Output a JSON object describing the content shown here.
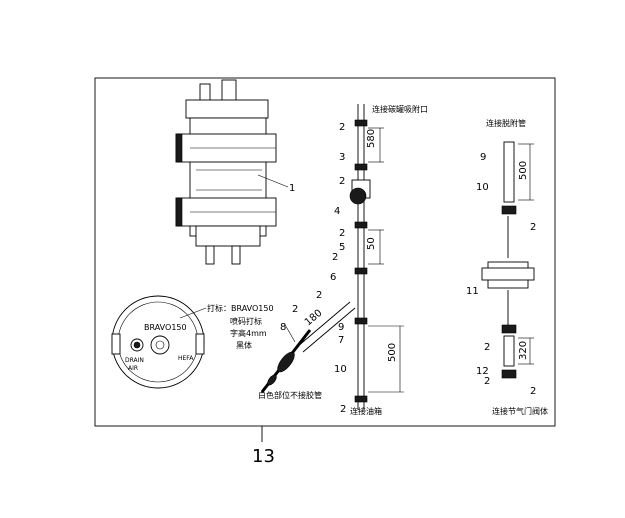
{
  "figure_number": "13",
  "canister_text": {
    "brand": "BRAVO150",
    "drain": "DRAIN",
    "air": "AIR",
    "hefa": "HEFA"
  },
  "marking_note": {
    "line1": "打标：BRAVO150",
    "line2": "喷码打标",
    "line3": "字高4mm",
    "line4": "黑体"
  },
  "white_part_note": "白色部位不接胶管",
  "middle_column": {
    "top_label": "连接碳罐吸附口",
    "bottom_label": "连接油箱"
  },
  "right_column": {
    "title": "连接脱附管",
    "bottom_label": "连接节气门阀体"
  },
  "dimensions": {
    "d580": "580",
    "d50": "50",
    "d180": "180",
    "d500_mid": "500",
    "d500_right": "500",
    "d320": "320"
  },
  "callouts": {
    "c1": "1",
    "c2a": "2",
    "c2b": "2",
    "c2c": "2",
    "c2d": "2",
    "c2e": "2",
    "c2f": "2",
    "c2g": "2",
    "c2h": "2",
    "c2i": "2",
    "c2j": "2",
    "c2k": "2",
    "c3": "3",
    "c4": "4",
    "c5": "5",
    "c6": "6",
    "c7": "7",
    "c8": "8",
    "c9a": "9",
    "c9b": "9",
    "c10a": "10",
    "c10b": "10",
    "c11": "11",
    "c12": "12"
  }
}
